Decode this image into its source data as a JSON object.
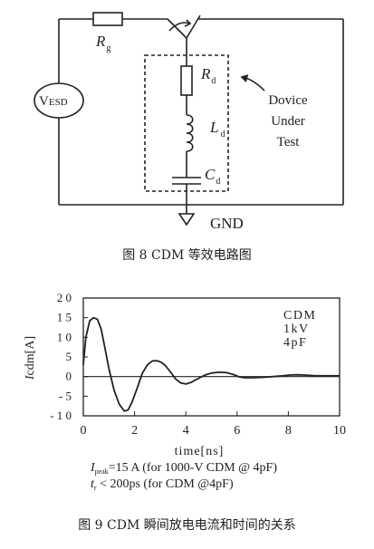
{
  "circuit": {
    "rg_label": "R",
    "rg_sub": "g",
    "source_label": "V",
    "source_sub": "ESD",
    "rd_label": "R",
    "rd_sub": "d",
    "ld_label": "L",
    "ld_sub": "d",
    "cd_label": "C",
    "cd_sub": "d",
    "dut_line1": "Dovice",
    "dut_line2": "Under",
    "dut_line3": "Test",
    "gnd_label": "GND"
  },
  "caption1": "图 8    CDM 等效电路图",
  "caption2": "图 9    CDM 瞬间放电电流和时间的关系",
  "formula": {
    "peak_var": "I",
    "peak_sub": "peak",
    "peak_text": "=15 A (for 1000-V CDM @ 4pF)",
    "tr_var": "t",
    "tr_sub": "r",
    "tr_text": " < 200ps (for CDM @4pF)"
  },
  "chart_data": {
    "type": "line",
    "xlabel": "time[ns]",
    "ylabel_var": "I",
    "ylabel_rest": "cdm[A]",
    "xlim": [
      0,
      10
    ],
    "ylim": [
      -10,
      20
    ],
    "xticks": [
      0,
      2,
      4,
      6,
      8,
      10
    ],
    "yticks": [
      20,
      15,
      10,
      5,
      0,
      -5,
      -10
    ],
    "ytick_labels": [
      "2 0",
      "1 5",
      "1 0",
      "5",
      "0",
      "- 5",
      "- 1 0"
    ],
    "legend": [
      "CDM",
      "1kV",
      "4pF"
    ],
    "zero_line": true,
    "series": [
      {
        "x": [
          0,
          0.1,
          0.25,
          0.4,
          0.55,
          0.7,
          0.85,
          1.0,
          1.2,
          1.4,
          1.6,
          1.75,
          1.9,
          2.1,
          2.3,
          2.5,
          2.7,
          2.9,
          3.05,
          3.2,
          3.4,
          3.6,
          3.8,
          4.0,
          4.2,
          4.4,
          4.6,
          4.8,
          5.0,
          5.3,
          5.6,
          5.9,
          6.1,
          6.3,
          6.6,
          7.0,
          7.4,
          7.8,
          8.1,
          8.4,
          8.7,
          9.0,
          9.3,
          9.6,
          10.0
        ],
        "y": [
          3,
          10,
          14.2,
          15,
          14.6,
          12,
          7,
          2,
          -3.5,
          -7,
          -8.8,
          -8.5,
          -6.5,
          -3,
          0.8,
          3,
          4,
          4,
          3.6,
          2.8,
          1.2,
          -0.6,
          -1.6,
          -1.9,
          -1.5,
          -0.8,
          -0.1,
          0.5,
          0.9,
          1.1,
          1,
          0.4,
          -0.1,
          -0.3,
          -0.3,
          -0.2,
          0,
          0.2,
          0.4,
          0.45,
          0.35,
          0.25,
          0.2,
          0.2,
          0.2
        ]
      }
    ]
  }
}
